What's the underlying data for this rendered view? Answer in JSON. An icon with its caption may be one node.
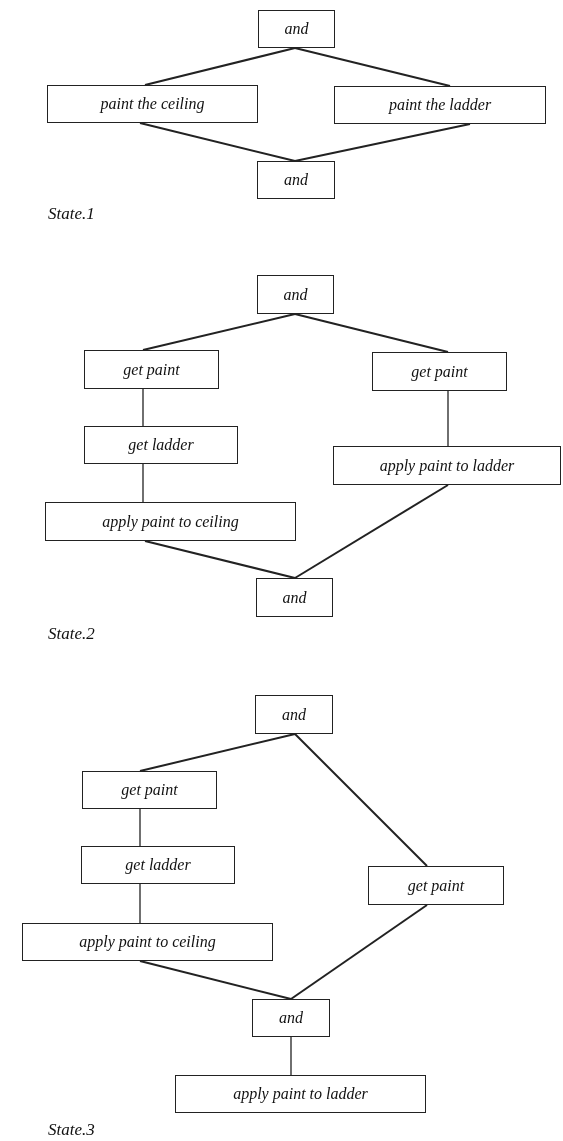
{
  "diagram": {
    "nodes": [
      {
        "text": [
          "and"
        ]
      },
      {
        "text": [
          "paint the ceiling"
        ]
      },
      {
        "text": [
          "paint the ladder"
        ]
      },
      {
        "text": [
          "and"
        ]
      },
      {
        "text": [
          "and"
        ]
      },
      {
        "text": [
          "get paint"
        ]
      },
      {
        "text": [
          "get paint"
        ]
      },
      {
        "text": [
          "get ladder"
        ]
      },
      {
        "text": [
          "apply paint to ladder"
        ]
      },
      {
        "text": [
          "apply paint to ceiling"
        ]
      },
      {
        "text": [
          "and"
        ]
      },
      {
        "text": [
          "and"
        ]
      },
      {
        "text": [
          "get paint"
        ]
      },
      {
        "text": [
          "get ladder"
        ]
      },
      {
        "text": [
          "get paint"
        ]
      },
      {
        "text": [
          "apply paint to ceiling"
        ]
      },
      {
        "text": [
          "and"
        ]
      },
      {
        "text": [
          "apply paint to ladder"
        ]
      }
    ],
    "edges": [
      {
        "from": 0,
        "to": 1,
        "arrow": "none"
      },
      {
        "from": 0,
        "to": 2,
        "arrow": "none"
      },
      {
        "from": 1,
        "to": 3,
        "arrow": "none"
      },
      {
        "from": 2,
        "to": 3,
        "arrow": "none"
      },
      {
        "from": 4,
        "to": 5,
        "arrow": "none"
      },
      {
        "from": 4,
        "to": 6,
        "arrow": "none"
      },
      {
        "from": 5,
        "to": 7,
        "arrow": "none"
      },
      {
        "from": 6,
        "to": 8,
        "arrow": "none"
      },
      {
        "from": 7,
        "to": 9,
        "arrow": "none"
      },
      {
        "from": 9,
        "to": 10,
        "arrow": "none"
      },
      {
        "from": 8,
        "to": 10,
        "arrow": "none"
      },
      {
        "from": 11,
        "to": 12,
        "arrow": "none"
      },
      {
        "from": 11,
        "to": 14,
        "arrow": "none"
      },
      {
        "from": 12,
        "to": 13,
        "arrow": "none"
      },
      {
        "from": 13,
        "to": 15,
        "arrow": "none"
      },
      {
        "from": 15,
        "to": 16,
        "arrow": "none"
      },
      {
        "from": 14,
        "to": 16,
        "arrow": "none"
      },
      {
        "from": 16,
        "to": 17,
        "arrow": "none"
      }
    ],
    "labels": [
      "State.1",
      "State.2",
      "State.3"
    ]
  }
}
